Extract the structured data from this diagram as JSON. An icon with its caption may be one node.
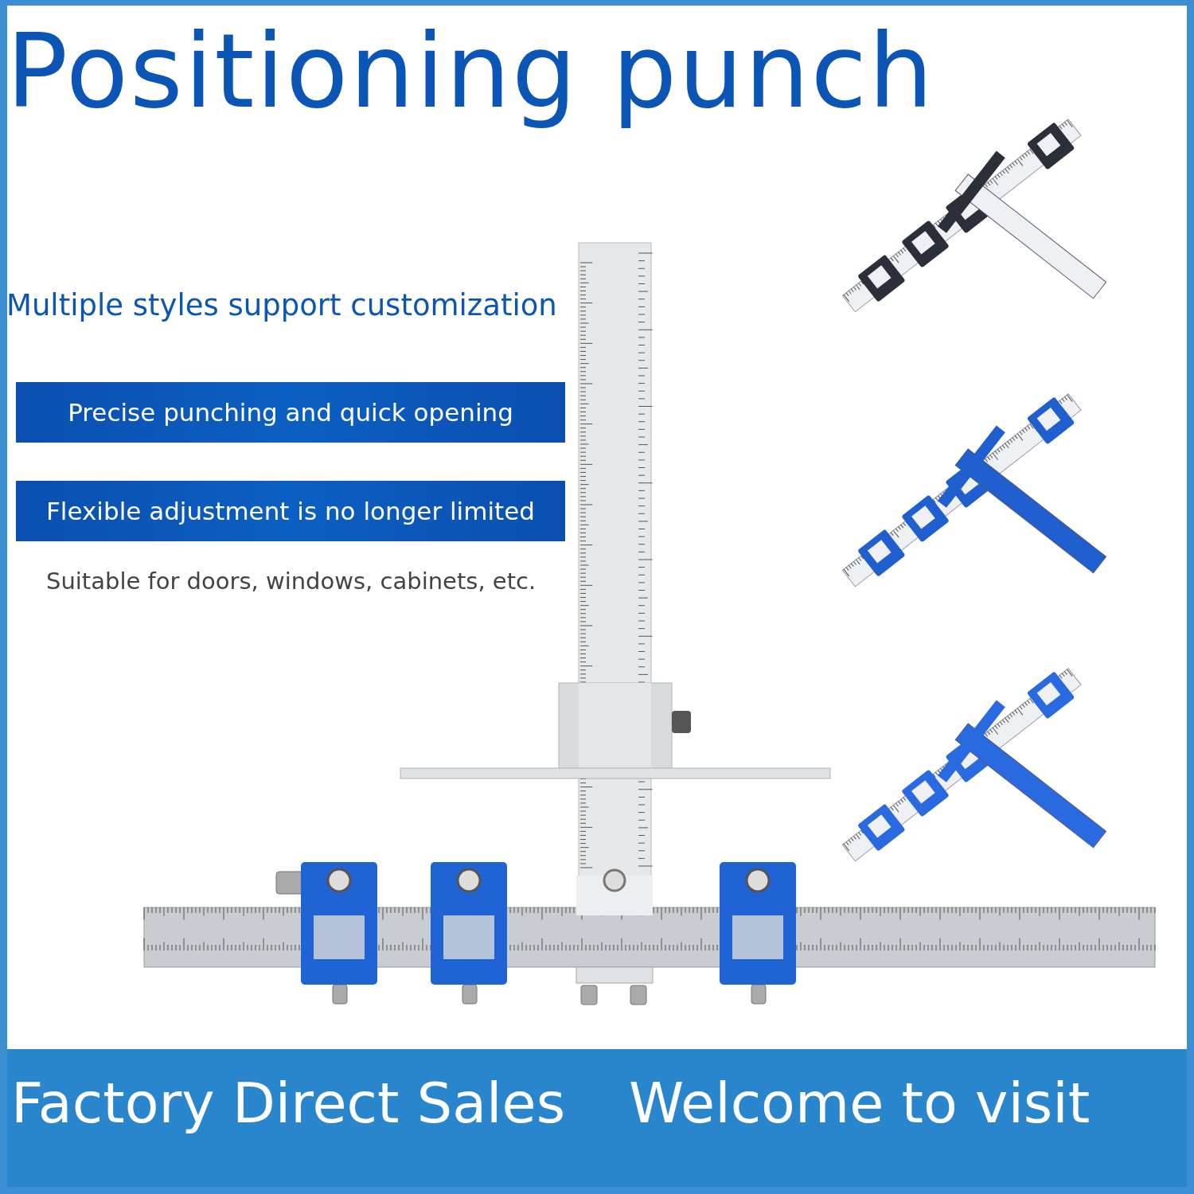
{
  "diagram": {
    "title": "Positioning punch",
    "labels": [
      "Multiple styles support customization",
      "Precise punching and quick opening",
      "Flexible adjustment is no longer limited",
      "Suitable for doors, windows, cabinets, etc.",
      "Factory Direct Sales",
      "Welcome to visit"
    ]
  }
}
